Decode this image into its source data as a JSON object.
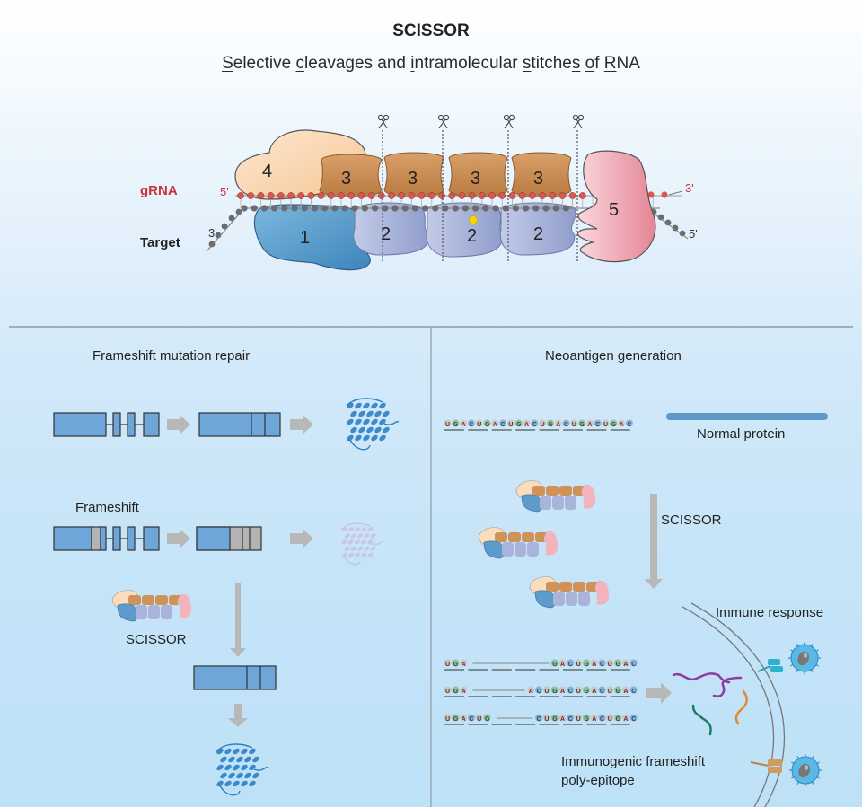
{
  "header": {
    "title": "SCISSOR",
    "subtitle_parts": [
      {
        "u": "S",
        "t": "elective "
      },
      {
        "u": "c",
        "t": "leavages and "
      },
      {
        "u": "i",
        "t": "ntramolecular "
      },
      {
        "u": "s",
        "t": "titche"
      },
      {
        "u": "s",
        "t": " "
      },
      {
        "u": "o",
        "t": "f "
      },
      {
        "u": "R",
        "t": "NA"
      }
    ]
  },
  "complex": {
    "grna_label": "gRNA",
    "target_label": "Target",
    "grna_5": "5'",
    "grna_3": "3'",
    "target_3": "3'",
    "target_5": "5'",
    "subunits": [
      "4",
      "3",
      "3",
      "3",
      "3",
      "1",
      "2",
      "2",
      "2",
      "5"
    ],
    "cleavage_sites": 4,
    "colors": {
      "grna": "#c8323c",
      "grna_beads": "#d9574f",
      "target_beads": "#6b6b6b",
      "sub1": "#5b9ccc",
      "sub2": "#a9b4da",
      "sub3": "#c98d56",
      "sub4": "#fbdcbc",
      "sub5": "#f0a9b4"
    }
  },
  "left_panel": {
    "title": "Frameshift mutation repair",
    "frameshift_label": "Frameshift",
    "scissor_label": "SCISSOR"
  },
  "right_panel": {
    "title": "Neoantigen generation",
    "normal_protein_label": "Normal protein",
    "scissor_label": "SCISSOR",
    "immune_response_label": "Immune response",
    "epitope_label_line1": "Immunogenic frameshift",
    "epitope_label_line2": "poly-epitope",
    "sequence_full": "UGACUGACUGACUGACUGACUGAC",
    "sequences_cleaved": [
      {
        "left": "UGA",
        "right": "GACUGACUGAC"
      },
      {
        "left": "UGA",
        "right": "ACUGACUGACUGAC"
      },
      {
        "left": "UGACUG",
        "right": "CUGACUGACUGAC"
      }
    ],
    "peptide_colors": [
      "#8e3a9e",
      "#8e3a9e",
      "#1f7a66",
      "#e08a2e"
    ]
  }
}
